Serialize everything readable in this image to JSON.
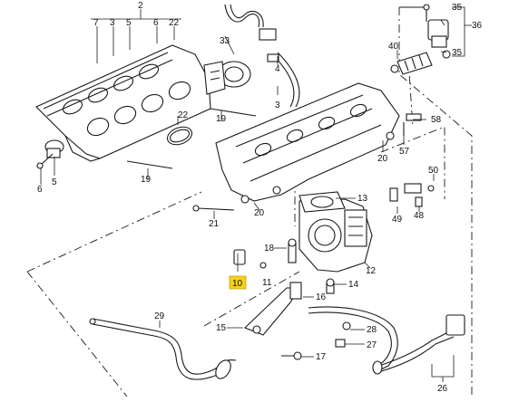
{
  "colors": {
    "line": "#1a1a1a",
    "highlight": "#f5d11a",
    "background": "#ffffff"
  },
  "highlighted_callout": "10",
  "callouts": {
    "c2": "2",
    "c7": "7",
    "c3": "3",
    "c5a": "5",
    "c6": "6",
    "c22a": "22",
    "c22b": "22",
    "c33": "33",
    "c4": "4",
    "c3b": "3",
    "c35a": "35",
    "c35b": "35",
    "c36": "36",
    "c40": "40",
    "c19a": "19",
    "c19b": "19",
    "c58": "58",
    "c57": "57",
    "c20a": "20",
    "c20b": "20",
    "c50": "50",
    "c49": "49",
    "c48": "48",
    "c6b": "6",
    "c5b": "5",
    "c13": "13",
    "c21": "21",
    "c18": "18",
    "c11": "11",
    "c12": "12",
    "c10": "10",
    "c14": "14",
    "c16": "16",
    "c29": "29",
    "c15": "15",
    "c28": "28",
    "c27": "27",
    "c17": "17",
    "c26": "26"
  }
}
